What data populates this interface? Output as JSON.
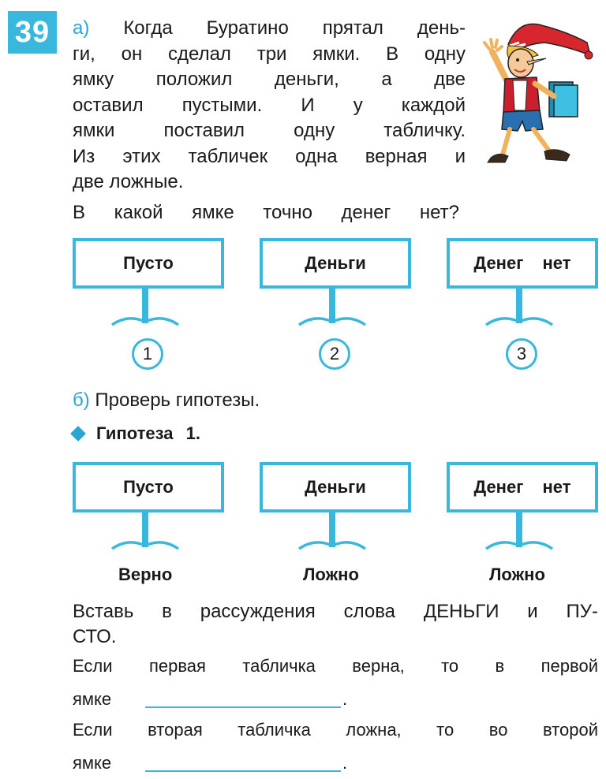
{
  "task_number": "39",
  "part_a": {
    "letter": "а)",
    "lines": [
      "Когда Буратино прятал день-",
      "ги, он сделал три ямки. В одну",
      "ямку положил деньги, а две",
      "оставил пустыми. И у каждой",
      "ямки поставил одну табличку.",
      "Из этих табличек одна верная и",
      "две ложные."
    ],
    "question": "В какой ямке точно денег нет?"
  },
  "signs_top": [
    {
      "label": "Пусто",
      "number": "1"
    },
    {
      "label": "Деньги",
      "number": "2"
    },
    {
      "label": "Денег нет",
      "number": "3"
    }
  ],
  "part_b": {
    "letter": "б)",
    "text": "Проверь гипотезы.",
    "hypothesis": "Гипотеза 1."
  },
  "signs_bottom": [
    {
      "label": "Пусто",
      "verdict": "Верно"
    },
    {
      "label": "Деньги",
      "verdict": "Ложно"
    },
    {
      "label": "Денег нет",
      "verdict": "Ложно"
    }
  ],
  "instruction": {
    "line1": "Вставь в рассуждения слова ДЕНЬГИ и ПУ-",
    "line2": "СТО."
  },
  "sentence1": "Если первая табличка верна, то в первой",
  "sentence1_end": "ямке",
  "sentence2": "Если вторая табличка ложна, то во второй",
  "sentence2_end": "ямке",
  "colors": {
    "accent": "#39b7dc"
  }
}
